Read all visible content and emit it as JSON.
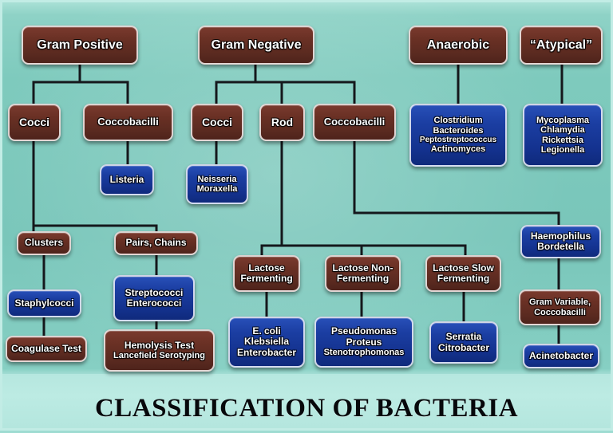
{
  "title": "CLASSIFICATION OF BACTERIA",
  "colors": {
    "background_teal": "#7ecabd",
    "title_band": "#b8e8e0",
    "brown_box": "#5a2a20",
    "blue_box": "#14328f",
    "text": "#ffffff",
    "connector_line": "#111111",
    "title_text": "#07080b"
  },
  "chart_data": {
    "type": "diagram",
    "title": "CLASSIFICATION OF BACTERIA",
    "nodes": [
      {
        "id": "gram-positive",
        "label": "Gram Positive",
        "style": "brown",
        "level": 0
      },
      {
        "id": "gram-negative",
        "label": "Gram Negative",
        "style": "brown",
        "level": 0
      },
      {
        "id": "anaerobic",
        "label": "Anaerobic",
        "style": "brown",
        "level": 0
      },
      {
        "id": "atypical",
        "label": "“Atypical”",
        "style": "brown",
        "level": 0
      },
      {
        "id": "gp-cocci",
        "label": "Cocci",
        "style": "brown",
        "level": 1
      },
      {
        "id": "gp-coccobacilli",
        "label": "Coccobacilli",
        "style": "brown",
        "level": 1
      },
      {
        "id": "gn-cocci",
        "label": "Cocci",
        "style": "brown",
        "level": 1
      },
      {
        "id": "gn-rod",
        "label": "Rod",
        "style": "brown",
        "level": 1
      },
      {
        "id": "gn-coccobacilli",
        "label": "Coccobacilli",
        "style": "brown",
        "level": 1
      },
      {
        "id": "anaerobic-organisms",
        "label": "Clostridium\nBacteroides\nPeptostreptococcus\nActinomyces",
        "style": "blue",
        "level": 1
      },
      {
        "id": "atypical-organisms",
        "label": "Mycoplasma\nChlamydia\nRickettsia\nLegionella",
        "style": "blue",
        "level": 1
      },
      {
        "id": "listeria",
        "label": "Listeria",
        "style": "blue",
        "level": 2
      },
      {
        "id": "neisseria-moraxella",
        "label": "Neisseria\nMoraxella",
        "style": "blue",
        "level": 2
      },
      {
        "id": "clusters",
        "label": "Clusters",
        "style": "brown",
        "level": 2
      },
      {
        "id": "pairs-chains",
        "label": "Pairs, Chains",
        "style": "brown",
        "level": 2
      },
      {
        "id": "staphylcocci",
        "label": "Staphylcocci",
        "style": "blue",
        "level": 3
      },
      {
        "id": "streptococci-enterococci",
        "label": "Streptococci\nEnterococci",
        "style": "blue",
        "level": 3
      },
      {
        "id": "coagulase-test",
        "label": "Coagulase Test",
        "style": "brown",
        "level": 4
      },
      {
        "id": "hemolysis-test",
        "label": "Hemolysis Test\nLancefield Serotyping",
        "style": "brown",
        "level": 4
      },
      {
        "id": "lactose-fermenting",
        "label": "Lactose\nFermenting",
        "style": "brown",
        "level": 3
      },
      {
        "id": "lactose-non-fermenting",
        "label": "Lactose Non-\nFermenting",
        "style": "brown",
        "level": 3
      },
      {
        "id": "lactose-slow-fermenting",
        "label": "Lactose Slow\nFermenting",
        "style": "brown",
        "level": 3
      },
      {
        "id": "ecoli-group",
        "label": "E. coli\nKlebsiella\nEnterobacter",
        "style": "blue",
        "level": 4
      },
      {
        "id": "pseudomonas-group",
        "label": "Pseudomonas\nProteus\nStenotrophomonas",
        "style": "blue",
        "level": 4
      },
      {
        "id": "serratia-group",
        "label": "Serratia\nCitrobacter",
        "style": "blue",
        "level": 4
      },
      {
        "id": "haemophilus-bordetella",
        "label": "Haemophilus\nBordetella",
        "style": "blue",
        "level": 3
      },
      {
        "id": "gram-variable",
        "label": "Gram Variable,\nCoccobacilli",
        "style": "brown",
        "level": 3
      },
      {
        "id": "acinetobacter",
        "label": "Acinetobacter",
        "style": "blue",
        "level": 4
      }
    ],
    "edges": [
      {
        "from": "gram-positive",
        "to": "gp-cocci"
      },
      {
        "from": "gram-positive",
        "to": "gp-coccobacilli"
      },
      {
        "from": "gram-negative",
        "to": "gn-cocci"
      },
      {
        "from": "gram-negative",
        "to": "gn-rod"
      },
      {
        "from": "gram-negative",
        "to": "gn-coccobacilli"
      },
      {
        "from": "anaerobic",
        "to": "anaerobic-organisms"
      },
      {
        "from": "atypical",
        "to": "atypical-organisms"
      },
      {
        "from": "gp-coccobacilli",
        "to": "listeria"
      },
      {
        "from": "gn-cocci",
        "to": "neisseria-moraxella"
      },
      {
        "from": "gp-cocci",
        "to": "clusters"
      },
      {
        "from": "gp-cocci",
        "to": "pairs-chains"
      },
      {
        "from": "clusters",
        "to": "staphylcocci"
      },
      {
        "from": "staphylcocci",
        "to": "coagulase-test"
      },
      {
        "from": "pairs-chains",
        "to": "streptococci-enterococci"
      },
      {
        "from": "streptococci-enterococci",
        "to": "hemolysis-test"
      },
      {
        "from": "gn-rod",
        "to": "lactose-fermenting"
      },
      {
        "from": "gn-rod",
        "to": "lactose-non-fermenting"
      },
      {
        "from": "gn-rod",
        "to": "lactose-slow-fermenting"
      },
      {
        "from": "lactose-fermenting",
        "to": "ecoli-group"
      },
      {
        "from": "lactose-non-fermenting",
        "to": "pseudomonas-group"
      },
      {
        "from": "lactose-slow-fermenting",
        "to": "serratia-group"
      },
      {
        "from": "gn-coccobacilli",
        "to": "haemophilus-bordetella"
      },
      {
        "from": "gn-coccobacilli",
        "to": "gram-variable"
      },
      {
        "from": "gram-variable",
        "to": "acinetobacter"
      }
    ]
  },
  "nodes": {
    "gram_positive": "Gram Positive",
    "gram_negative": "Gram Negative",
    "anaerobic": "Anaerobic",
    "atypical": "“Atypical”",
    "gp_cocci": "Cocci",
    "gp_coccobacilli": "Coccobacilli",
    "gn_cocci": "Cocci",
    "gn_rod": "Rod",
    "gn_coccobacilli": "Coccobacilli",
    "anaerobic_1": "Clostridium",
    "anaerobic_2": "Bacteroides",
    "anaerobic_3": "Peptostreptococcus",
    "anaerobic_4": "Actinomyces",
    "atypical_1": "Mycoplasma",
    "atypical_2": "Chlamydia",
    "atypical_3": "Rickettsia",
    "atypical_4": "Legionella",
    "listeria": "Listeria",
    "neisseria": "Neisseria",
    "moraxella": "Moraxella",
    "clusters": "Clusters",
    "pairs_chains": "Pairs, Chains",
    "staphylcocci": "Staphylcocci",
    "streptococci": "Streptococci",
    "enterococci": "Enterococci",
    "coagulase_test": "Coagulase Test",
    "hemolysis_test": "Hemolysis Test",
    "lancefield": "Lancefield Serotyping",
    "lactose_fermenting_1": "Lactose",
    "lactose_fermenting_2": "Fermenting",
    "lactose_non_1": "Lactose Non-",
    "lactose_non_2": "Fermenting",
    "lactose_slow_1": "Lactose Slow",
    "lactose_slow_2": "Fermenting",
    "ecoli": "E. coli",
    "klebsiella": "Klebsiella",
    "enterobacter": "Enterobacter",
    "pseudomonas": "Pseudomonas",
    "proteus": "Proteus",
    "stenotrophomonas": "Stenotrophomonas",
    "serratia": "Serratia",
    "citrobacter": "Citrobacter",
    "haemophilus": "Haemophilus",
    "bordetella": "Bordetella",
    "gram_variable_1": "Gram Variable,",
    "gram_variable_2": "Coccobacilli",
    "acinetobacter": "Acinetobacter"
  }
}
